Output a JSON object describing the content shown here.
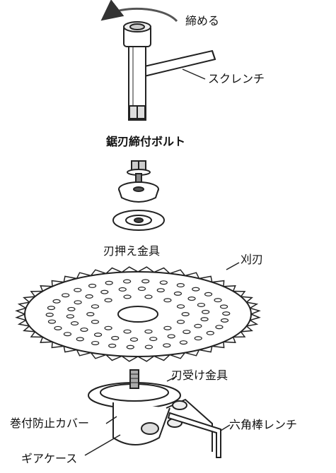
{
  "labels": {
    "tighten": "締める",
    "box_wrench": "スクレンチ",
    "blade_bolt": "鋸刃締付ボルト",
    "blade_holder": "刃押え金具",
    "blade": "刈刃",
    "blade_receiver": "刃受け金具",
    "anti_wrap_cover": "巻付防止カバー",
    "hex_wrench": "六角棒レンチ",
    "gear_case": "ギアケース"
  }
}
